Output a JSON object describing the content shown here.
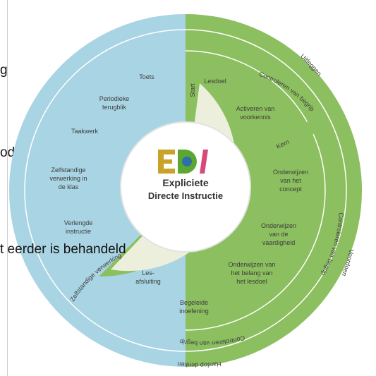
{
  "background_fragments": {
    "line_1": "g",
    "line_2": "odig is",
    "line_3": "t eerder is behandeld"
  },
  "diagram": {
    "colors": {
      "blue": "#a9d4e4",
      "green_outer": "#8cbf5f",
      "cream": "#ecefdc",
      "text": "#3d3d3d"
    },
    "center": {
      "logo": "EDI",
      "title_line1": "Expliciete",
      "title_line2": "Directe Instructie"
    },
    "blue_labels": {
      "toets": "Toets",
      "periodieke_1": "Periodieke",
      "periodieke_2": "terugblik",
      "taakwerk": "Taakwerk",
      "zelfstandige_1": "Zelfstandige",
      "zelfstandige_2": "verwerking in",
      "zelfstandige_3": "de klas",
      "verlengde_1": "Verlengde",
      "verlengde_2": "instructie"
    },
    "inner_labels": {
      "lesdoel": "Lesdoel",
      "activeren_1": "Activeren van",
      "activeren_2": "voorkennis",
      "onderwijzen_concept_1": "Onderwijzen",
      "onderwijzen_concept_2": "van het",
      "onderwijzen_concept_3": "concept",
      "onderwijzen_vaardigheid_1": "Onderwijzen",
      "onderwijzen_vaardigheid_2": "van de",
      "onderwijzen_vaardigheid_3": "vaardigheid",
      "belang_1": "Onderwijzen van",
      "belang_2": "het belang van",
      "belang_3": "het lesdoel",
      "begeleide_1": "Begeleide",
      "begeleide_2": "inoefening",
      "lesafsluiting_1": "Les-",
      "lesafsluiting_2": "afsluiting"
    },
    "band_labels": {
      "start": "Start",
      "kern": "Kern",
      "zelfstandige_verwerking": "Zelfstandige verwerking",
      "controleren_top": "Controleren van begrip",
      "controleren_right": "Controleren van begrip",
      "controleren_bottom": "Controleren van begrip",
      "uitleggen": "Uitleggen",
      "voordoen": "Voordoen",
      "hardop_denken": "Hardop denken"
    }
  }
}
